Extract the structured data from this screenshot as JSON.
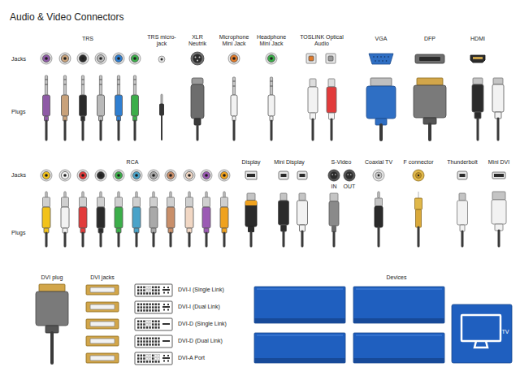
{
  "diagram": {
    "title": "Audio & Video Connectors",
    "labels": [
      "TRS",
      "TRS micro-jack",
      "XLR Neutrik",
      "Microphone Mini Jack",
      "Headphone Mini Jack",
      "TOSLINK Optical Audio",
      "VGA",
      "DFP",
      "HDMI",
      "Jacks",
      "Plugs",
      "RCA",
      "Display",
      "Mini Display",
      "S-Video",
      "Jacks",
      "IN",
      "OUT",
      "Coaxial TV",
      "F connector",
      "Thunderbolt",
      "Mini DVI",
      "Plugs",
      "DVI plug",
      "DVI jacks",
      "DVI-I (Single Link)",
      "DVI-I (Dual Link)",
      "DVI-D (Single Link)",
      "DVI-D (Dual Link)",
      "DVI-A Port",
      "Devices",
      "TV"
    ]
  }
}
